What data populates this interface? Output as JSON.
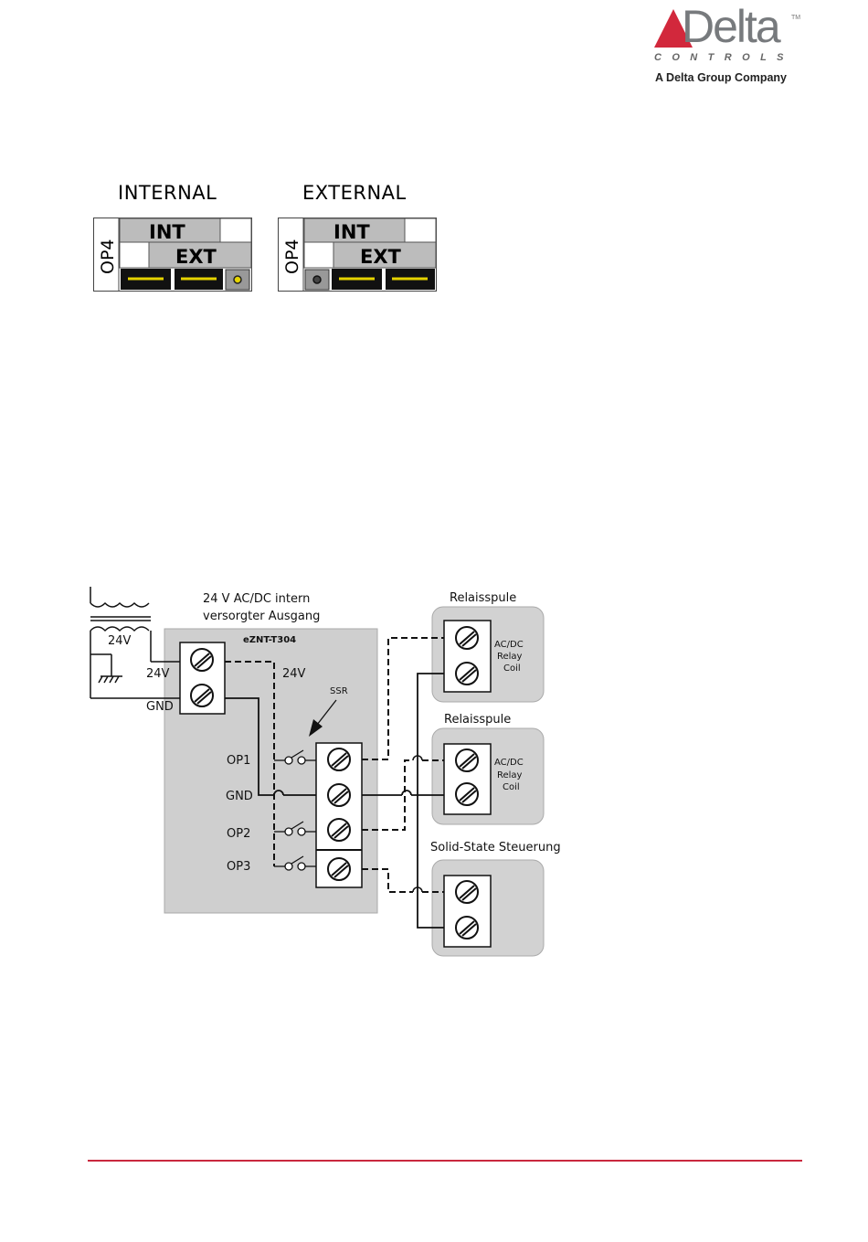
{
  "logo": {
    "brand": "Delta",
    "tm": "TM",
    "controls": "CONTROLS",
    "tagline": "A Delta Group Company",
    "accent_color": "#d2283c"
  },
  "jumpers": {
    "internal": {
      "title": "INTERNAL",
      "side_label": "OP4",
      "int_label": "INT",
      "ext_label": "EXT"
    },
    "external": {
      "title": "EXTERNAL",
      "side_label": "OP4",
      "int_label": "INT",
      "ext_label": "EXT"
    }
  },
  "wiring": {
    "header_line1": "24 V AC/DC intern",
    "header_line2": "versorgter Ausgang",
    "device": "eZNT-T304",
    "transformer_label": "24V",
    "left_24v": "24V",
    "left_gnd": "GND",
    "right_24v": "24V",
    "ssr": "SSR",
    "terminals": {
      "op1": "OP1",
      "gnd": "GND",
      "op2": "OP2",
      "op3": "OP3"
    },
    "relay1": {
      "title": "Relaisspule",
      "line1": "AC/DC",
      "line2": "Relay",
      "line3": "Coil"
    },
    "relay2": {
      "title": "Relaisspule",
      "line1": "AC/DC",
      "line2": "Relay",
      "line3": "Coil"
    },
    "solid_state": {
      "title": "Solid-State Steuerung"
    }
  }
}
